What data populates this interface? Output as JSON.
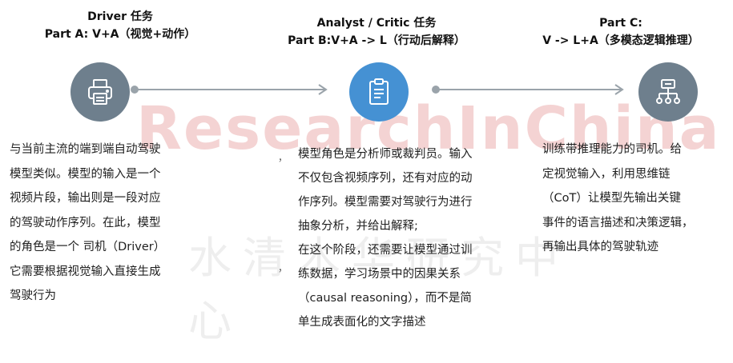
{
  "watermark": {
    "top": "ResearchInChina",
    "bottom": "水清木华研究中心"
  },
  "columns": [
    {
      "title_line1": "Driver 任务",
      "title_line2": "Part A: V+A（视觉+动作）",
      "icon": "printer-icon",
      "lines": [
        "与当前主流的端到端自动驾驶",
        "模型类似。模型的输入是一个",
        "视频片段，输出则是一段对应",
        "的驾驶动作序列。在此，模型",
        "的角色是一个 司机（Driver）",
        "它需要根据视觉输入直接生成",
        "驾驶行为"
      ]
    },
    {
      "title_line1": "Analyst / Critic 任务",
      "title_line2": "Part B:V+A -> L（行动后解释）",
      "icon": "clipboard-icon",
      "lines": [
        "模型角色是分析师或裁判员。输入",
        "不仅包含视频序列，还有对应的动",
        "作序列。模型需要对驾驶行为进行",
        "抽象分析，并给出解释;",
        "在这个阶段，还需要让模型通过训",
        "练数据，学习场景中的因果关系",
        "（causal  reasoning），而不是简",
        "单生成表面化的文字描述"
      ]
    },
    {
      "title_line1": "Part C:",
      "title_line2": "V -> L+A（多模态逻辑推理）",
      "icon": "hierarchy-icon",
      "lines": [
        "训练带推理能力的司机。给",
        "定视觉输入，利用思维链",
        "（CoT）让模型先输出关键",
        "事件的语言描述和决策逻辑，",
        "再输出具体的驾驶轨迹"
      ]
    }
  ],
  "marks": {
    "m1": "，",
    "m2": "，"
  },
  "colors": {
    "icon_gray": "#6e7f8d",
    "icon_blue": "#4591d3",
    "arrow": "#9aa3aa"
  }
}
